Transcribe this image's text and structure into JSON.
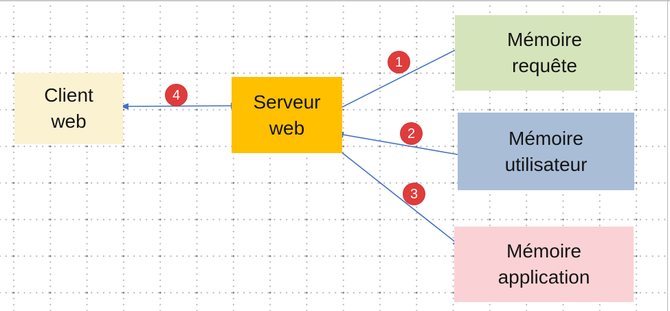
{
  "diagram": {
    "nodes": [
      {
        "id": "client-web",
        "label": "Client\nweb",
        "fill": "#FBF2D2"
      },
      {
        "id": "serveur-web",
        "label": "Serveur\nweb",
        "fill": "#FFC000"
      },
      {
        "id": "memoire-requete",
        "label": "Mémoire\nrequête",
        "fill": "#D6E4BC"
      },
      {
        "id": "memoire-utilisateur",
        "label": "Mémoire\nutilisateur",
        "fill": "#A9BDD7"
      },
      {
        "id": "memoire-application",
        "label": "Mémoire\napplication",
        "fill": "#FAD2D5"
      }
    ],
    "connectors": [
      {
        "badge": "1",
        "from": "Serveur web",
        "to": "Mémoire requête",
        "style": "double-arrow"
      },
      {
        "badge": "2",
        "from": "Serveur web",
        "to": "Mémoire utilisateur",
        "style": "double-arrow"
      },
      {
        "badge": "3",
        "from": "Serveur web",
        "to": "Mémoire application",
        "style": "double-arrow"
      },
      {
        "badge": "4",
        "from": "Client web",
        "to": "Serveur web",
        "style": "double-arrow"
      }
    ],
    "colors": {
      "arrow": "#4472C4",
      "badge_fill": "#E03C3C",
      "badge_text": "#FFFFFF",
      "label_text": "#141414",
      "grid_dot": "#B3B3B3",
      "canvas_bg": "#FFFFFF"
    }
  }
}
